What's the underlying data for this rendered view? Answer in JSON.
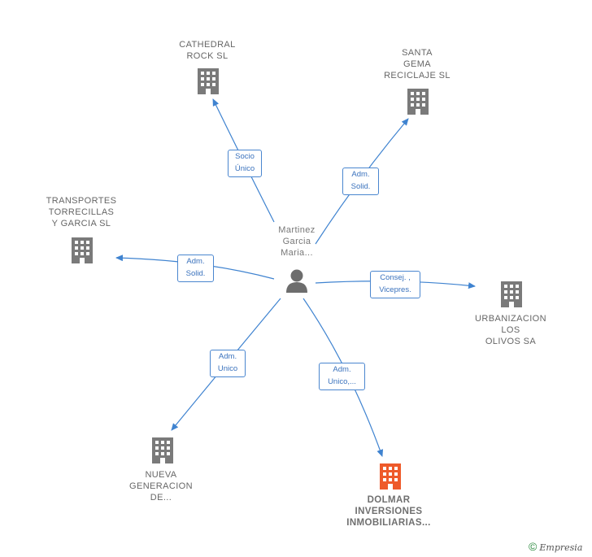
{
  "center": {
    "label": "Martinez\nGarcia\nMaria..."
  },
  "companies": [
    {
      "id": "cathedral",
      "label": "CATHEDRAL\nROCK  SL"
    },
    {
      "id": "santa",
      "label": "SANTA\nGEMA\nRECICLAJE SL"
    },
    {
      "id": "transportes",
      "label": "TRANSPORTES\nTORRECILLAS\nY GARCIA SL"
    },
    {
      "id": "urbanizacion",
      "label": "URBANIZACION\nLOS\nOLIVOS SA"
    },
    {
      "id": "nueva",
      "label": "NUEVA\nGENERACION\nDE..."
    },
    {
      "id": "dolmar",
      "label": "DOLMAR\nINVERSIONES\nINMOBILIARIAS..."
    }
  ],
  "relations": [
    {
      "to": "cathedral",
      "label": "Socio\nÚnico"
    },
    {
      "to": "santa",
      "label": "Adm.\nSolid."
    },
    {
      "to": "transportes",
      "label": "Adm.\nSolid."
    },
    {
      "to": "urbanizacion",
      "label": "Consej. ,\nVicepres."
    },
    {
      "to": "nueva",
      "label": "Adm.\nUnico"
    },
    {
      "to": "dolmar",
      "label": "Adm.\nUnico,..."
    }
  ],
  "colors": {
    "edge": "#3f83d0",
    "building": "#7a7a7a",
    "highlight": "#ee5a2a",
    "person": "#6d6d6d"
  },
  "footer": {
    "copyright": "©",
    "brand": "Empresia"
  }
}
